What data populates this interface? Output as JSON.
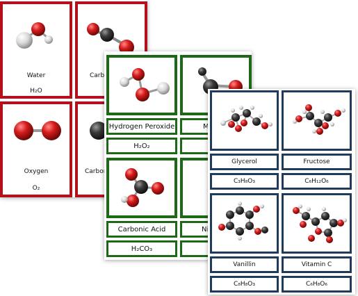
{
  "colors": {
    "red_border": "#b3121d",
    "green_border": "#1d6a16",
    "blue_border": "#1e3b5e",
    "oxygen": "#d61b1b",
    "carbon": "#3a3a3a",
    "hydrogen": "#e6e6e6"
  },
  "red_sheet": {
    "cards": [
      {
        "name": "Water",
        "formula": "H₂O"
      },
      {
        "name": "Carbo",
        "formula": ""
      },
      {
        "name": "Oxygen",
        "formula": "O₂"
      },
      {
        "name": "Carbor",
        "formula": ""
      }
    ]
  },
  "green_sheet": {
    "cards": [
      {
        "name": "Hydrogen Peroxide",
        "formula": "H₂O₂"
      },
      {
        "name": "M",
        "formula": ""
      },
      {
        "name": "Carbonic Acid",
        "formula": "H₂CO₃"
      },
      {
        "name": "Ni",
        "formula": ""
      }
    ]
  },
  "blue_sheet": {
    "cards": [
      {
        "name": "Glycerol",
        "formula": "C₃H₈O₃"
      },
      {
        "name": "Fructose",
        "formula": "C₆H₁₂O₆"
      },
      {
        "name": "Vanillin",
        "formula": "C₈H₈O₃"
      },
      {
        "name": "Vitamin C",
        "formula": "C₆H₈O₆"
      }
    ]
  }
}
